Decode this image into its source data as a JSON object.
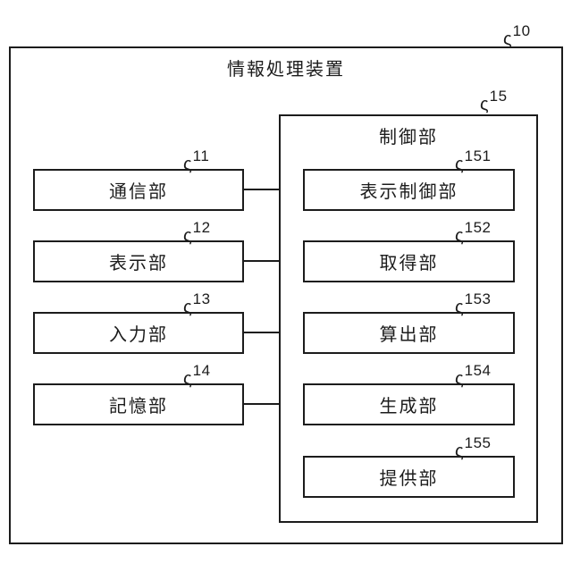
{
  "figure": {
    "device": {
      "label": "情報処理装置",
      "ref": "10"
    },
    "control": {
      "label": "制御部",
      "ref": "15"
    },
    "left_blocks": [
      {
        "label": "通信部",
        "ref": "11"
      },
      {
        "label": "表示部",
        "ref": "12"
      },
      {
        "label": "入力部",
        "ref": "13"
      },
      {
        "label": "記憶部",
        "ref": "14"
      }
    ],
    "control_blocks": [
      {
        "label": "表示制御部",
        "ref": "151"
      },
      {
        "label": "取得部",
        "ref": "152"
      },
      {
        "label": "算出部",
        "ref": "153"
      },
      {
        "label": "生成部",
        "ref": "154"
      },
      {
        "label": "提供部",
        "ref": "155"
      }
    ],
    "squiggle_glyph": "ς",
    "colors": {
      "line": "#1c1c1c",
      "background": "#ffffff"
    }
  }
}
